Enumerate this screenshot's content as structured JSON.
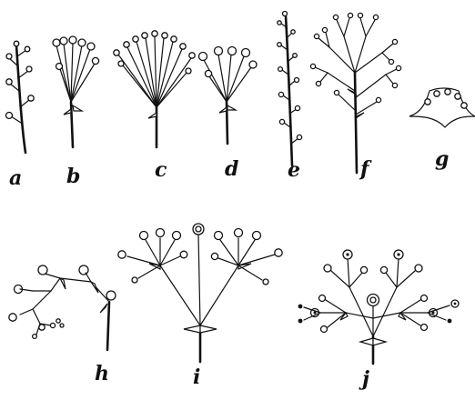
{
  "figure": {
    "panels": [
      {
        "id": "a",
        "label": "a"
      },
      {
        "id": "b",
        "label": "b"
      },
      {
        "id": "c",
        "label": "c"
      },
      {
        "id": "d",
        "label": "d"
      },
      {
        "id": "e",
        "label": "e"
      },
      {
        "id": "f",
        "label": "f"
      },
      {
        "id": "g",
        "label": "g"
      },
      {
        "id": "h",
        "label": "h"
      },
      {
        "id": "i",
        "label": "i"
      },
      {
        "id": "j",
        "label": "j"
      }
    ]
  }
}
